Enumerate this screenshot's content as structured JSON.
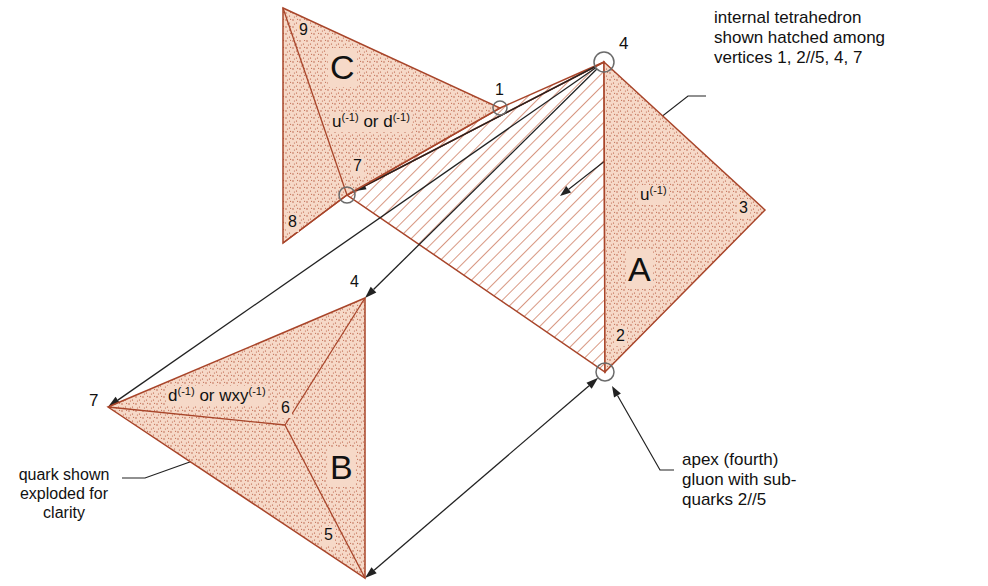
{
  "diagram": {
    "nodes": [
      {
        "text": [
          "C",
          "u(-1) or d(-1)"
        ]
      },
      {
        "text": [
          "A",
          "u(-1)"
        ]
      },
      {
        "text": [
          "B",
          "d(-1) or wxy(-1)"
        ]
      }
    ],
    "edges": [
      {
        "from": 1,
        "to": 2,
        "arrow": "to"
      },
      {
        "from": 1,
        "to": 0,
        "arrow": "to"
      },
      {
        "from": 1,
        "to": 2,
        "arrow": "to"
      },
      {
        "from": 1,
        "to": 2,
        "arrow": "both"
      }
    ],
    "labels": [
      "9",
      "1",
      "4",
      "7",
      "8",
      "internal tetrahedron shown hatched among vertices 1, 2//5, 4, 7",
      "3",
      "2",
      "apex (fourth) gluon with sub-quarks 2//5",
      "4",
      "7",
      "6",
      "5",
      "quark shown exploded for clarity"
    ]
  }
}
